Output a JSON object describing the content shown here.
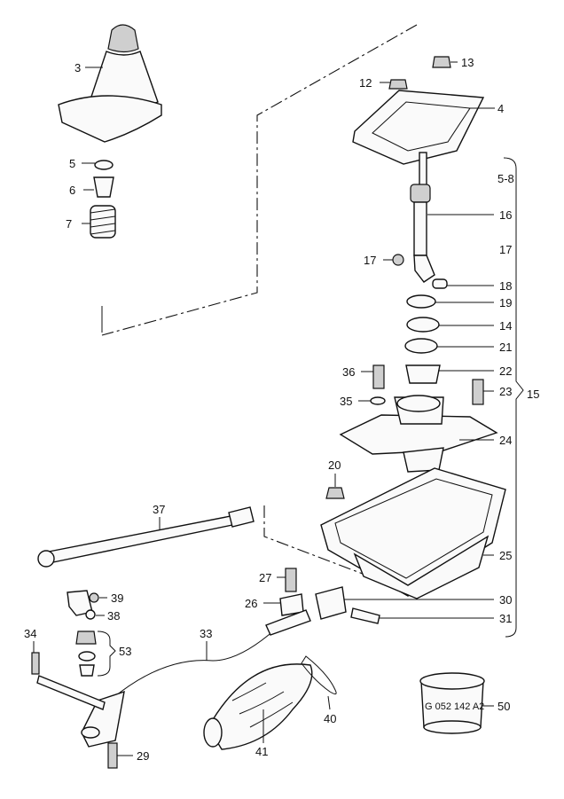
{
  "callouts": [
    {
      "id": "c3",
      "text": "3"
    },
    {
      "id": "c4",
      "text": "4"
    },
    {
      "id": "c5",
      "text": "5"
    },
    {
      "id": "c6",
      "text": "6"
    },
    {
      "id": "c7",
      "text": "7"
    },
    {
      "id": "c12",
      "text": "12"
    },
    {
      "id": "c13",
      "text": "13"
    },
    {
      "id": "c58",
      "text": "5-8"
    },
    {
      "id": "c16",
      "text": "16"
    },
    {
      "id": "c17a",
      "text": "17"
    },
    {
      "id": "c17b",
      "text": "17"
    },
    {
      "id": "c18",
      "text": "18"
    },
    {
      "id": "c19",
      "text": "19"
    },
    {
      "id": "c14",
      "text": "14"
    },
    {
      "id": "c21",
      "text": "21"
    },
    {
      "id": "c36",
      "text": "36"
    },
    {
      "id": "c22",
      "text": "22"
    },
    {
      "id": "c35",
      "text": "35"
    },
    {
      "id": "c23",
      "text": "23"
    },
    {
      "id": "c15",
      "text": "15"
    },
    {
      "id": "c24",
      "text": "24"
    },
    {
      "id": "c20",
      "text": "20"
    },
    {
      "id": "c37",
      "text": "37"
    },
    {
      "id": "c25",
      "text": "25"
    },
    {
      "id": "c27",
      "text": "27"
    },
    {
      "id": "c39",
      "text": "39"
    },
    {
      "id": "c26",
      "text": "26"
    },
    {
      "id": "c30",
      "text": "30"
    },
    {
      "id": "c38",
      "text": "38"
    },
    {
      "id": "c31",
      "text": "31"
    },
    {
      "id": "c34",
      "text": "34"
    },
    {
      "id": "c33",
      "text": "33"
    },
    {
      "id": "c53",
      "text": "53"
    },
    {
      "id": "c40",
      "text": "40"
    },
    {
      "id": "c50",
      "text": "50"
    },
    {
      "id": "c29",
      "text": "29"
    },
    {
      "id": "c41",
      "text": "41"
    }
  ],
  "part_code": "G 052 142 A2"
}
